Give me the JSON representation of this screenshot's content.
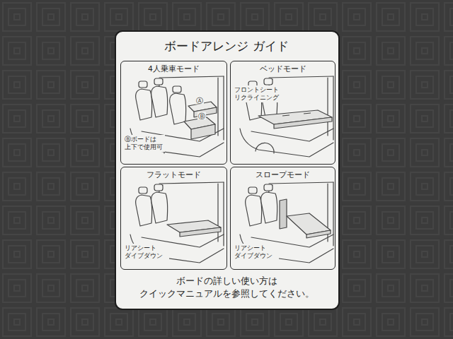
{
  "diagram": {
    "title": "ボードアレンジ ガイド",
    "caption": "ボードの詳しい使い方は クイックマニュアルを参照してください。",
    "nodes": [
      {
        "text": [
          "4人乗車モード",
          "Ⓑボードは 上下で使用可"
        ]
      },
      {
        "text": [
          "ベッドモード",
          "フロントシート リクライニング"
        ]
      },
      {
        "text": [
          "フラットモード",
          "リアシート ダイブダウン"
        ]
      },
      {
        "text": [
          "スロープモード",
          "リアシート ダイブダウン"
        ]
      }
    ],
    "labels": [
      "Ⓐ",
      "Ⓑ"
    ]
  }
}
